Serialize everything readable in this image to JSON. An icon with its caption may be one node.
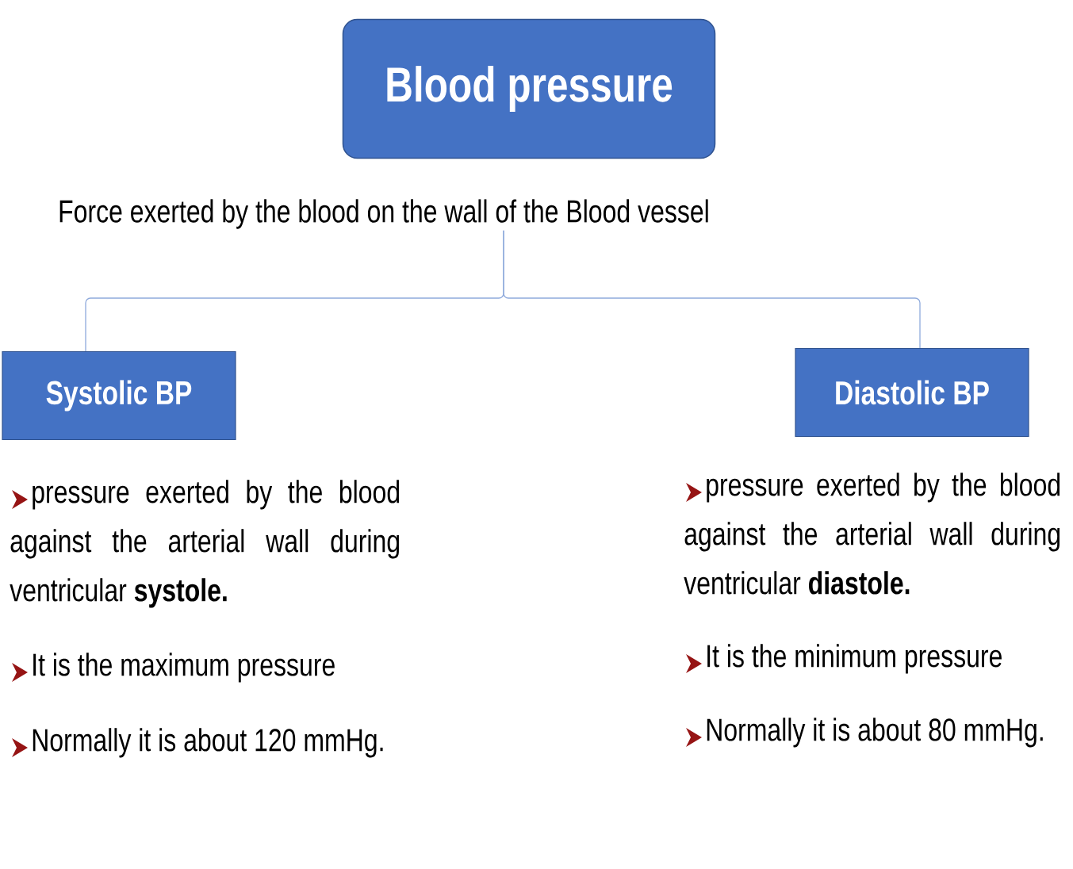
{
  "diagram": {
    "nodes": [
      {
        "text": [
          "Blood pressure"
        ]
      },
      {
        "text": [
          "Force exerted by the blood on the wall of the Blood vessel"
        ]
      },
      {
        "text": [
          "Systolic BP"
        ]
      },
      {
        "text": [
          "Diastolic BP"
        ]
      }
    ],
    "edges": [
      {
        "from": 1,
        "to": 2,
        "arrow": "none"
      },
      {
        "from": 1,
        "to": 3,
        "arrow": "none"
      }
    ],
    "labels": [
      "pressure exerted by the blood against the arterial wall during ventricular **systole.**",
      "It is the maximum pressure",
      "Normally it is about 120 mmHg.",
      "pressure exerted by the blood against the arterial wall during ventricular **diastole.**",
      "It is the minimum pressure",
      "Normally it is about 80 mmHg."
    ]
  }
}
